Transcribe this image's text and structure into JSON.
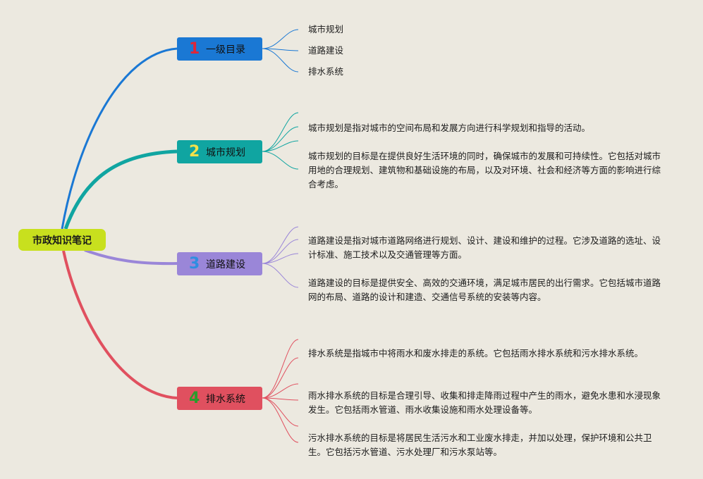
{
  "root": {
    "label": "市政知识笔记"
  },
  "topics": [
    {
      "num": "1",
      "label": "一级目录",
      "color": "#1a78d4",
      "num_color": "#e02638",
      "children": [
        "城市规划",
        "道路建设",
        "排水系统"
      ]
    },
    {
      "num": "2",
      "label": "城市规划",
      "color": "#10a5a1",
      "num_color": "#f3e14a",
      "children": [
        "城市规划是指对城市的空间布局和发展方向进行科学规划和指导的活动。",
        "城市规划的目标是在提供良好生活环境的同时，确保城市的发展和可持续性。它包括对城市用地的合理规划、建筑物和基础设施的布局，以及对环境、社会和经济等方面的影响进行综合考虑。"
      ]
    },
    {
      "num": "3",
      "label": "道路建设",
      "color": "#9a86d8",
      "num_color": "#2f8ee0",
      "children": [
        "道路建设是指对城市道路网络进行规划、设计、建设和维护的过程。它涉及道路的选址、设计标准、施工技术以及交通管理等方面。",
        "道路建设的目标是提供安全、高效的交通环境，满足城市居民的出行需求。它包括城市道路网的布局、道路的设计和建造、交通信号系统的安装等内容。"
      ]
    },
    {
      "num": "4",
      "label": "排水系统",
      "color": "#e0505f",
      "num_color": "#2c9c2c",
      "children": [
        "排水系统是指城市中将雨水和废水排走的系统。它包括雨水排水系统和污水排水系统。",
        "雨水排水系统的目标是合理引导、收集和排走降雨过程中产生的雨水，避免水患和水浸现象发生。它包括雨水管道、雨水收集设施和雨水处理设备等。",
        "污水排水系统的目标是将居民生活污水和工业废水排走，并加以处理，保护环境和公共卫生。它包括污水管道、污水处理厂和污水泵站等。"
      ]
    }
  ]
}
